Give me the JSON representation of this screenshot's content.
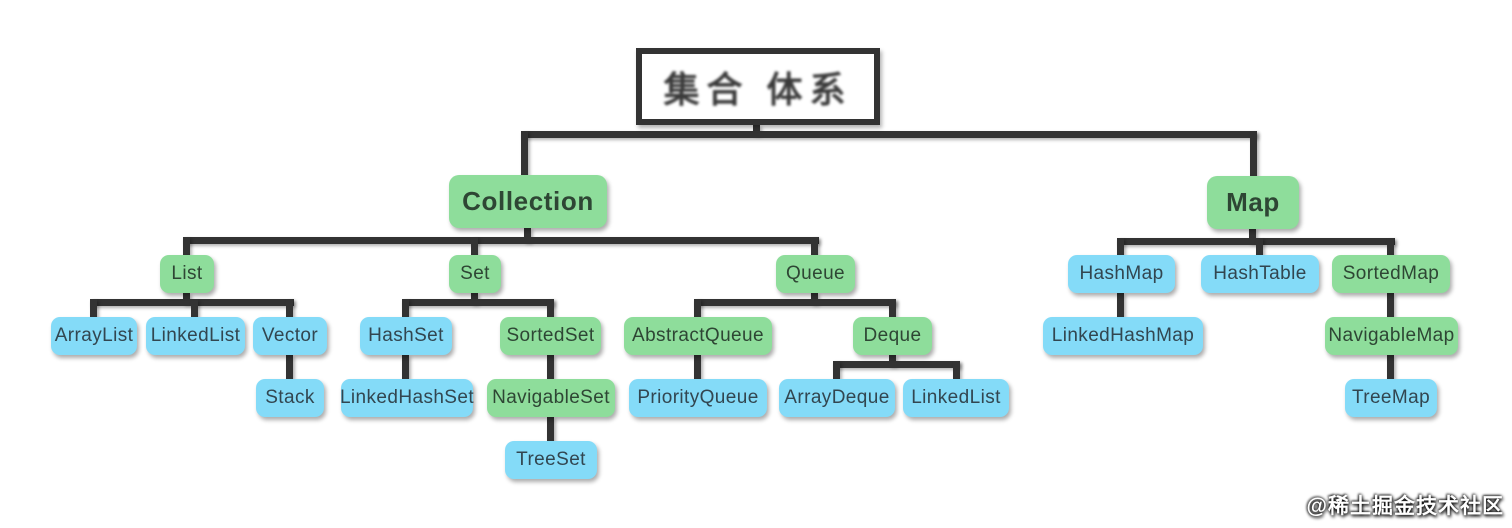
{
  "diagram": {
    "title": "集合 体系",
    "watermark": "@稀土掘金技术社区",
    "palette": {
      "green": "#8edd9b",
      "blue": "#84dbf8",
      "line": "#333333",
      "green_text": "#2e4634",
      "blue_text": "#324650"
    },
    "nodes": {
      "root": {
        "label": "集合 体系",
        "color": "outline",
        "parent": null
      },
      "collection": {
        "label": "Collection",
        "color": "green",
        "parent": "root"
      },
      "map": {
        "label": "Map",
        "color": "green",
        "parent": "root"
      },
      "list": {
        "label": "List",
        "color": "green",
        "parent": "collection"
      },
      "set": {
        "label": "Set",
        "color": "green",
        "parent": "collection"
      },
      "queue": {
        "label": "Queue",
        "color": "green",
        "parent": "collection"
      },
      "hashmap": {
        "label": "HashMap",
        "color": "blue",
        "parent": "map"
      },
      "hashtable": {
        "label": "HashTable",
        "color": "blue",
        "parent": "map"
      },
      "sortedmap": {
        "label": "SortedMap",
        "color": "green",
        "parent": "map"
      },
      "arraylist": {
        "label": "ArrayList",
        "color": "blue",
        "parent": "list"
      },
      "linkedlist": {
        "label": "LinkedList",
        "color": "blue",
        "parent": "list"
      },
      "vector": {
        "label": "Vector",
        "color": "blue",
        "parent": "list"
      },
      "hashset": {
        "label": "HashSet",
        "color": "blue",
        "parent": "set"
      },
      "sortedset": {
        "label": "SortedSet",
        "color": "green",
        "parent": "set"
      },
      "abstractqueue": {
        "label": "AbstractQueue",
        "color": "green",
        "parent": "queue"
      },
      "deque": {
        "label": "Deque",
        "color": "green",
        "parent": "queue"
      },
      "stack": {
        "label": "Stack",
        "color": "blue",
        "parent": "vector"
      },
      "linkedhashset": {
        "label": "LinkedHashSet",
        "color": "blue",
        "parent": "hashset"
      },
      "navigableset": {
        "label": "NavigableSet",
        "color": "green",
        "parent": "sortedset"
      },
      "treeset": {
        "label": "TreeSet",
        "color": "blue",
        "parent": "navigableset"
      },
      "priorityqueue": {
        "label": "PriorityQueue",
        "color": "blue",
        "parent": "abstractqueue"
      },
      "arraydeque": {
        "label": "ArrayDeque",
        "color": "blue",
        "parent": "deque"
      },
      "linkedlist2": {
        "label": "LinkedList",
        "color": "blue",
        "parent": "deque"
      },
      "linkedhashmap": {
        "label": "LinkedHashMap",
        "color": "blue",
        "parent": "hashmap"
      },
      "navigablemap": {
        "label": "NavigableMap",
        "color": "green",
        "parent": "sortedmap"
      },
      "treemap": {
        "label": "TreeMap",
        "color": "blue",
        "parent": "navigablemap"
      }
    }
  }
}
